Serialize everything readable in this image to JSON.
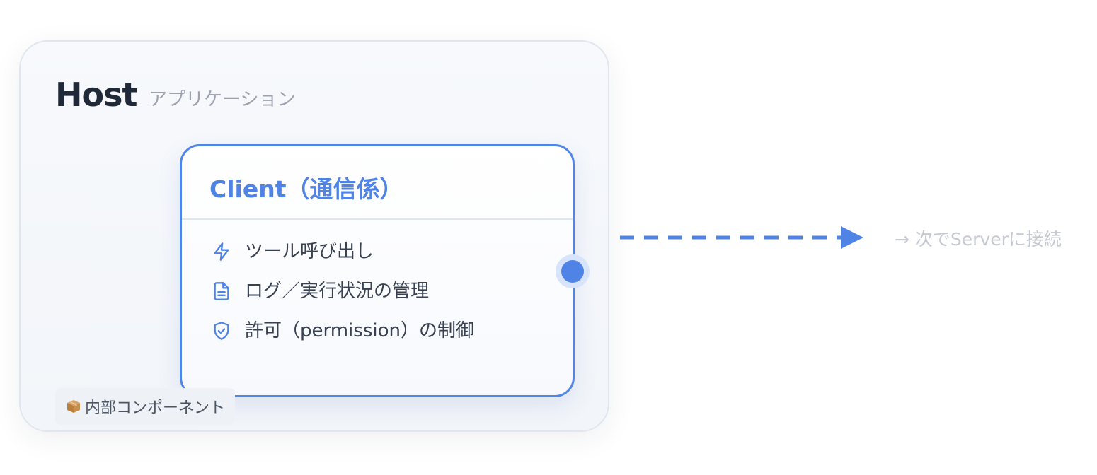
{
  "host": {
    "title": "Host",
    "subtitle": "アプリケーション"
  },
  "client": {
    "title": "Client（通信係）",
    "features": [
      {
        "icon": "lightning-icon",
        "label": "ツール呼び出し"
      },
      {
        "icon": "document-icon",
        "label": "ログ／実行状況の管理"
      },
      {
        "icon": "shield-check-icon",
        "label": "許可（permission）の制御"
      }
    ]
  },
  "badge": {
    "icon": "package-icon",
    "label": "内部コンポーネント"
  },
  "connector": {
    "label": "→ 次でServerに接続"
  },
  "colors": {
    "accent": "#4f84e6",
    "host_bg": "#f4f6fa",
    "text_dark": "#1f2937",
    "text_muted": "#9ca3af",
    "text_faint": "#c4c9d2"
  }
}
